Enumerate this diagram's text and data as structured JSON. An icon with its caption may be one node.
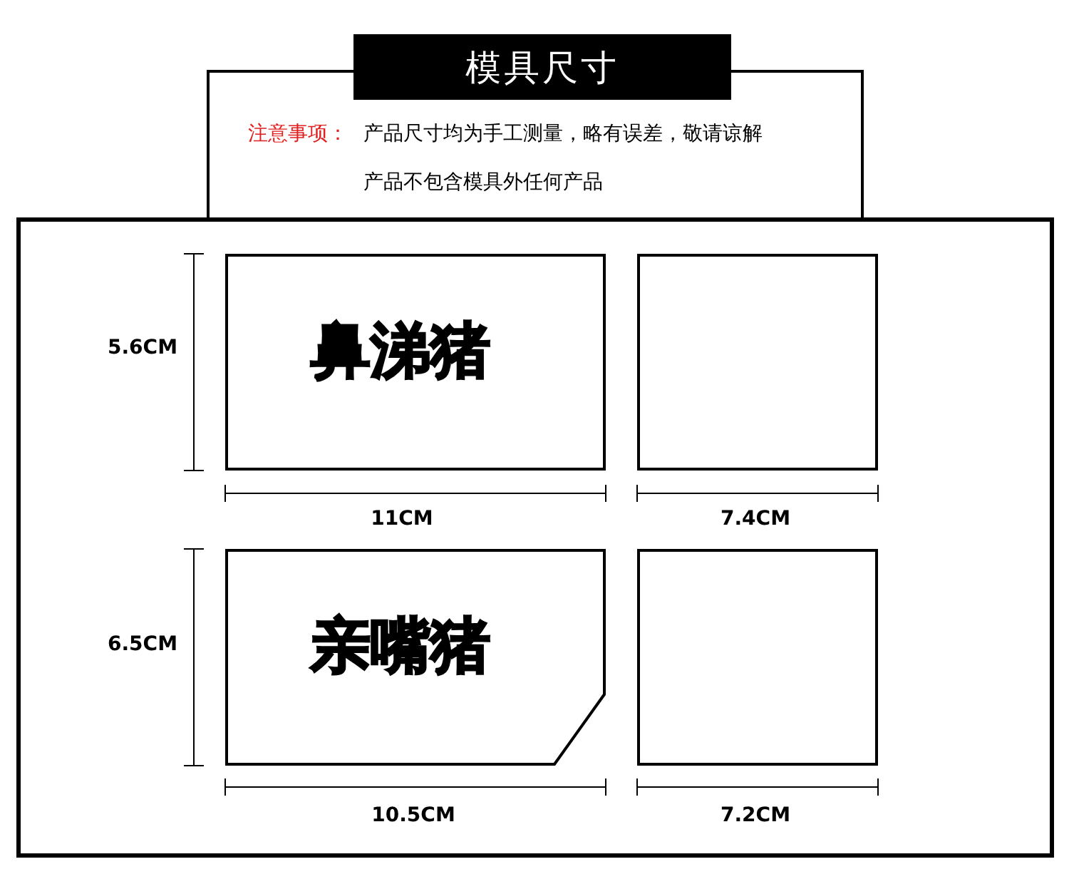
{
  "diagram": {
    "title": "模具尺寸",
    "nodes": [
      {
        "text": [
          "鼻涕猪"
        ]
      },
      {
        "text": [],
        "shape": "box"
      },
      {
        "text": [
          "亲嘴猪"
        ]
      },
      {
        "text": [],
        "shape": "box"
      }
    ],
    "edges": [],
    "labels": [
      "注意事项：",
      "产品尺寸均为手工测量，略有误差，敬请谅解",
      "产品不包含模具外任何产品",
      "5.6CM",
      "11CM",
      "7.4CM",
      "6.5CM",
      "10.5CM",
      "7.2CM"
    ]
  }
}
